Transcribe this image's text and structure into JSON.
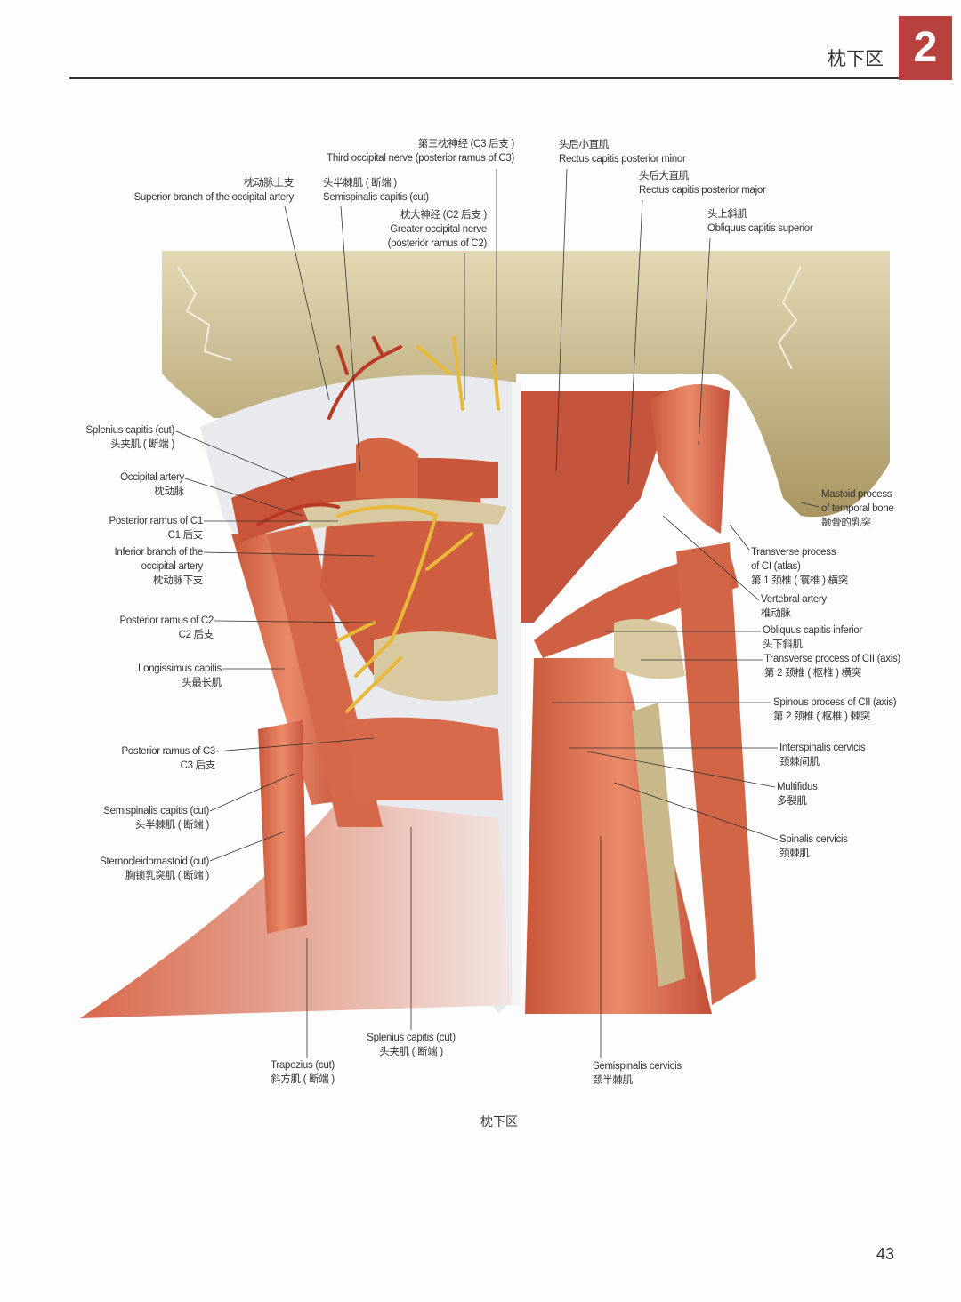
{
  "header": {
    "section_title": "枕下区",
    "chapter_number": "2"
  },
  "labels": {
    "third_occipital_nerve": [
      "第三枕神经 (C3 后支 )",
      "Third occipital nerve (posterior ramus of C3)"
    ],
    "superior_branch_occipital_artery": [
      "枕动脉上支",
      "Superior branch of the occipital artery"
    ],
    "semispinalis_capitis_top": [
      "头半棘肌 ( 断端 )",
      "Semispinalis capitis (cut)"
    ],
    "greater_occipital_nerve": [
      "枕大神经 (C2 后支 )",
      "Greater occipital nerve",
      "(posterior ramus of C2)"
    ],
    "rectus_minor": [
      "头后小直肌",
      "Rectus capitis posterior minor"
    ],
    "rectus_major": [
      "头后大直肌",
      "Rectus capitis posterior major"
    ],
    "obliquus_superior": [
      "头上斜肌",
      "Obliquus capitis superior"
    ],
    "splenius_capitis_left": [
      "Splenius capitis (cut)",
      "头夹肌 ( 断端 )"
    ],
    "occipital_artery": [
      "Occipital artery",
      "枕动脉"
    ],
    "posterior_ramus_c1": [
      "Posterior ramus of C1",
      "C1 后支"
    ],
    "inferior_branch_occipital_artery": [
      "Inferior branch of the",
      "occipital artery",
      "枕动脉下支"
    ],
    "posterior_ramus_c2": [
      "Posterior ramus of C2",
      "C2 后支"
    ],
    "longissimus_capitis": [
      "Longissimus capitis",
      "头最长肌"
    ],
    "posterior_ramus_c3": [
      "Posterior ramus of C3",
      "C3 后支"
    ],
    "semispinalis_capitis_left": [
      "Semispinalis capitis (cut)",
      "头半棘肌 ( 断端 )"
    ],
    "sternocleidomastoid": [
      "Sternocleidomastoid (cut)",
      "胸锁乳突肌 ( 断端 )"
    ],
    "splenius_capitis_bottom": [
      "Splenius capitis (cut)",
      "头夹肌 ( 断端 )"
    ],
    "trapezius": [
      "Trapezius (cut)",
      "斜方肌 ( 断端 )"
    ],
    "semispinalis_cervicis": [
      "Semispinalis cervicis",
      "颈半棘肌"
    ],
    "mastoid_process": [
      "Mastoid process",
      "of temporal bone",
      "颞骨的乳突"
    ],
    "transverse_process_c1": [
      "Transverse process",
      "of CI (atlas)",
      "第 1 颈椎 ( 寰椎 ) 横突"
    ],
    "vertebral_artery": [
      "Vertebral artery",
      "椎动脉"
    ],
    "obliquus_inferior": [
      "Obliquus capitis inferior",
      "头下斜肌"
    ],
    "transverse_process_c2": [
      "Transverse process of CII (axis)",
      "第 2 颈椎 ( 枢椎 ) 横突"
    ],
    "spinous_process_c2": [
      "Spinous process of CII (axis)",
      "第 2 颈椎 ( 枢椎 ) 棘突"
    ],
    "interspinalis_cervicis": [
      "Interspinalis cervicis",
      "颈棘间肌"
    ],
    "multifidus": [
      "Multifidus",
      "多裂肌"
    ],
    "spinalis_cervicis": [
      "Spinalis cervicis",
      "颈棘肌"
    ]
  },
  "figure_caption": "枕下区",
  "page_number": "43",
  "colors": {
    "chapter_badge": "#b8413d",
    "muscle": "#d9694a",
    "bone": "#c9b98a",
    "nerve": "#e8b838",
    "artery": "#b83a25"
  }
}
